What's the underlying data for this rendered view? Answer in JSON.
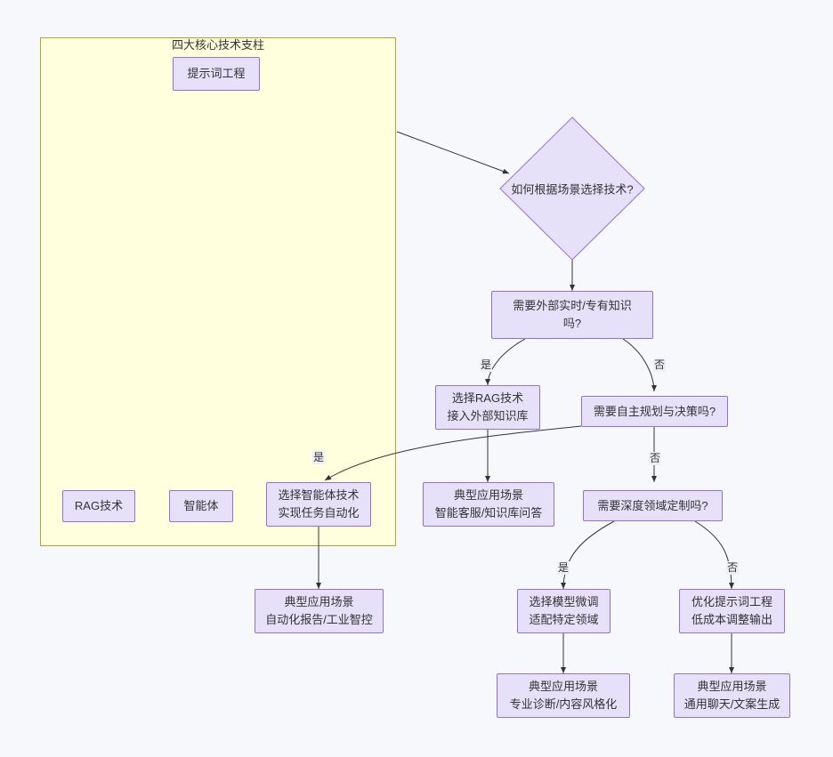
{
  "diagram": {
    "type": "flowchart",
    "background_color": "#f7f8fc",
    "node_fill": "#e6e0f8",
    "node_stroke": "#9370db",
    "subgraph_fill": "#ffffde",
    "subgraph_stroke": "#aaaa33",
    "edge_color": "#333333"
  },
  "subgraph": {
    "title": "四大核心技术支柱"
  },
  "nodes": {
    "prompt_engineering": {
      "label": "提示词工程"
    },
    "rag_tech": {
      "label": "RAG技术"
    },
    "agent": {
      "label": "智能体"
    },
    "decision_main": {
      "label": "如何根据场景选择技术?"
    },
    "need_external": {
      "line1": "需要外部实时/专有知识",
      "line2": "吗?"
    },
    "choose_rag": {
      "line1": "选择RAG技术",
      "line2": "接入外部知识库"
    },
    "need_autonomy": {
      "label": "需要自主规划与决策吗?"
    },
    "choose_agent": {
      "line1": "选择智能体技术",
      "line2": "实现任务自动化"
    },
    "scene_rag": {
      "line1": "典型应用场景",
      "line2": "智能客服/知识库问答"
    },
    "need_domain": {
      "label": "需要深度领域定制吗?"
    },
    "scene_agent": {
      "line1": "典型应用场景",
      "line2": "自动化报告/工业智控"
    },
    "choose_finetune": {
      "line1": "选择模型微调",
      "line2": "适配特定领域"
    },
    "choose_prompt_opt": {
      "line1": "优化提示词工程",
      "line2": "低成本调整输出"
    },
    "scene_finetune": {
      "line1": "典型应用场景",
      "line2": "专业诊断/内容风格化"
    },
    "scene_prompt": {
      "line1": "典型应用场景",
      "line2": "通用聊天/文案生成"
    }
  },
  "edge_labels": {
    "external_yes": "是",
    "external_no": "否",
    "autonomy_yes": "是",
    "autonomy_no": "否",
    "domain_yes": "是",
    "domain_no": "否"
  }
}
